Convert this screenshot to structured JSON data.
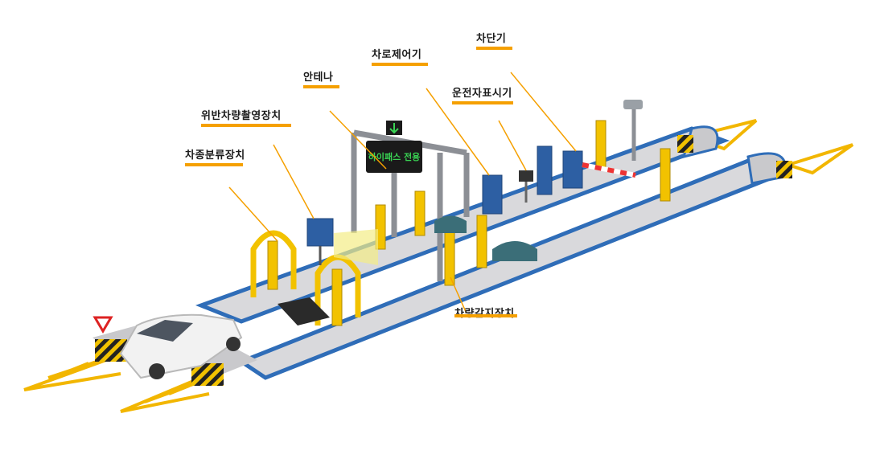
{
  "gantry_sign": {
    "text": "하이패스 전용"
  },
  "callouts": {
    "barrier": "차단기",
    "lane_controller": "차로제어기",
    "antenna": "안테나",
    "driver_display": "운전자표시기",
    "violation_camera": "위반차량촬영장치",
    "vehicle_classifier": "차종분류장치",
    "vehicle_detector": "차량감지장치"
  },
  "colors": {
    "road_blue": "#2f6db8",
    "road_top": "#d9d9dc",
    "post_yellow": "#f2c200",
    "hazard_black": "#222222",
    "cabinet_blue": "#2d5fa3",
    "leader_orange": "#f5a000",
    "sign_led": "#39d353"
  }
}
